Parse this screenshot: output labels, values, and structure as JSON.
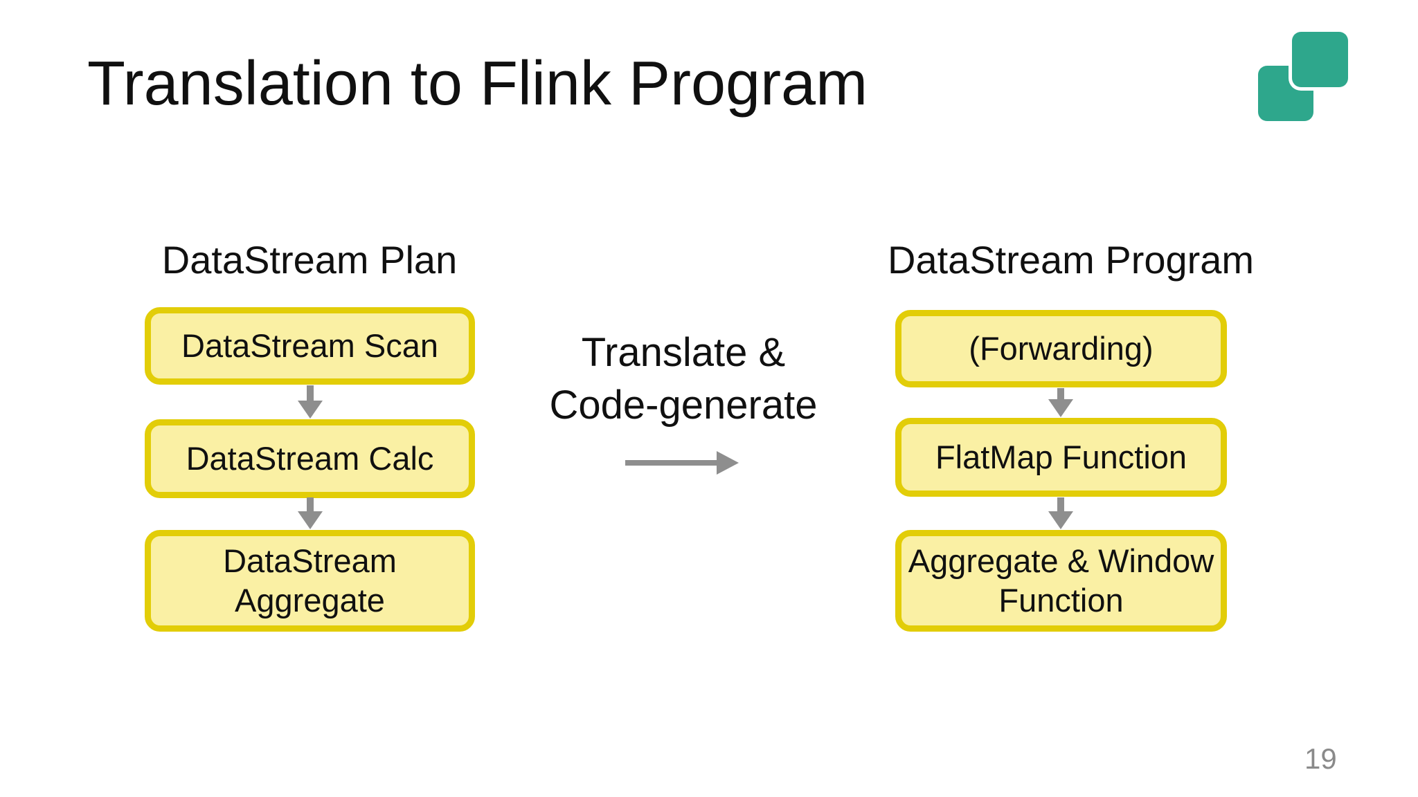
{
  "slide": {
    "title": "Translation to Flink Program",
    "page_number": "19"
  },
  "colors": {
    "box_fill": "#FAF0A4",
    "box_border": "#E2CD08",
    "logo_teal": "#2EA78C",
    "arrow_gray": "#8E8E8E",
    "page_gray": "#8A8A8A",
    "text": "#101010"
  },
  "icons": {
    "logo": "two-overlapping-teal-rounded-squares",
    "flow_arrow": "down-arrow",
    "translate_arrow": "right-arrow"
  },
  "left_column": {
    "header": "DataStream Plan",
    "boxes": [
      "DataStream Scan",
      "DataStream Calc",
      "DataStream Aggregate"
    ]
  },
  "middle": {
    "line1": "Translate &",
    "line2": "Code-generate"
  },
  "right_column": {
    "header": "DataStream Program",
    "boxes": [
      "(Forwarding)",
      "FlatMap Function",
      "Aggregate & Window Function"
    ]
  }
}
